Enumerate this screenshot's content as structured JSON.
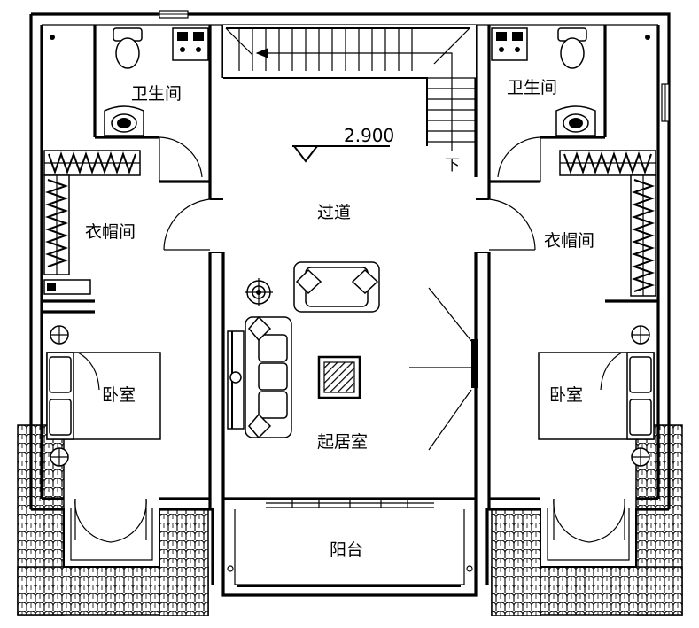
{
  "plan": {
    "rooms": {
      "bathroom_left": "卫生间",
      "bathroom_right": "卫生间",
      "closet_left": "衣帽间",
      "closet_right": "衣帽间",
      "bedroom_left": "卧室",
      "bedroom_right": "卧室",
      "corridor": "过道",
      "living_room": "起居室",
      "balcony": "阳台"
    },
    "elevation": "2.900",
    "stair_direction": "下"
  }
}
